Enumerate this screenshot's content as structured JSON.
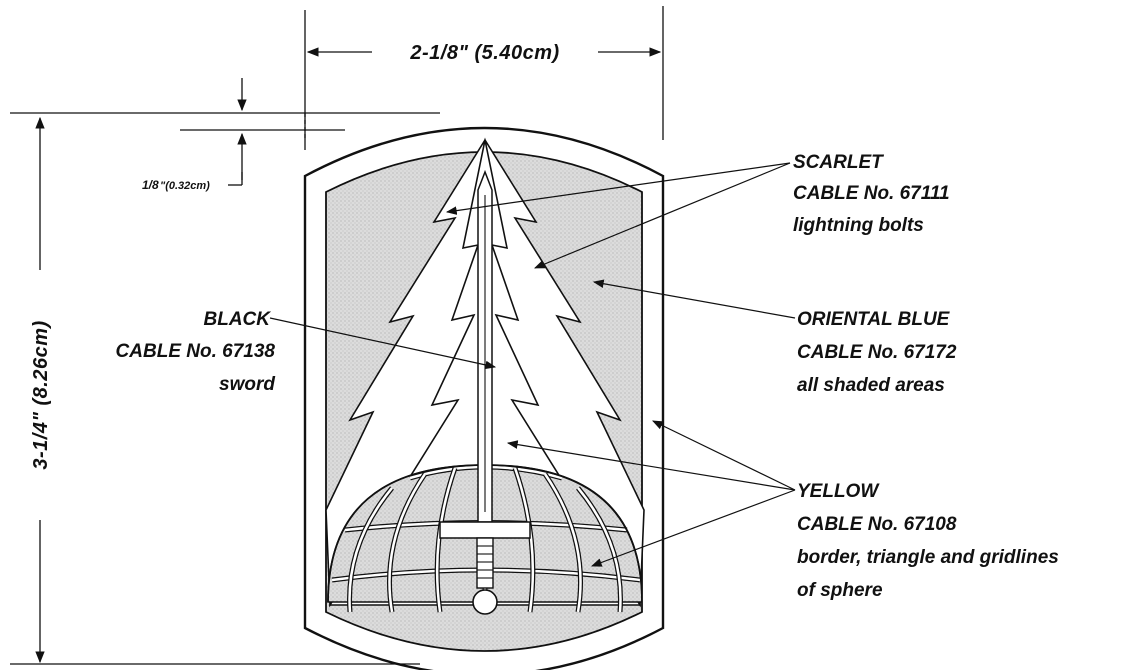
{
  "dimensions": {
    "width": "2-1/8\" (5.40cm)",
    "height": "3-1/4\" (8.26cm)",
    "border_fraction": "1/8",
    "border_metric": "\"(0.32cm)"
  },
  "callouts": {
    "scarlet": {
      "color_name": "SCARLET",
      "cable": "CABLE No. 67111",
      "usage": "lightning bolts"
    },
    "black": {
      "color_name": "BLACK",
      "cable": "CABLE No. 67138",
      "usage": "sword"
    },
    "oriental_blue": {
      "color_name": "ORIENTAL BLUE",
      "cable": "CABLE No. 67172",
      "usage": "all shaded areas"
    },
    "yellow": {
      "color_name": "YELLOW",
      "cable": "CABLE No. 67108",
      "usage_line1": "border, triangle and gridlines",
      "usage_line2": "of sphere"
    }
  },
  "colors": {
    "line": "#111111",
    "shading": "#d2d2d2",
    "background": "#ffffff"
  }
}
